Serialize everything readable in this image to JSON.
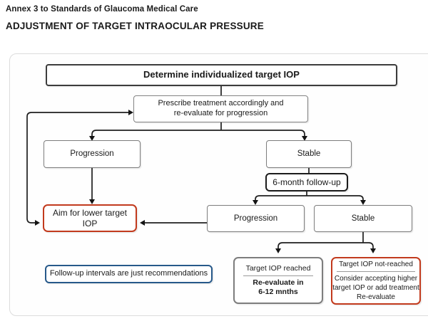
{
  "header": {
    "annex": "Annex 3 to Standards of Glaucoma Medical Care",
    "title": "ADJUSTMENT OF TARGET INTRAOCULAR PRESSURE"
  },
  "flowchart": {
    "nodes": {
      "determine": {
        "label": "Determine individualized target IOP"
      },
      "prescribe": {
        "lines": [
          "Prescribe treatment accordingly and",
          "re-evaluate for progression"
        ]
      },
      "progression_1": {
        "label": "Progression"
      },
      "stable_1": {
        "label": "Stable"
      },
      "followup": {
        "label": "6-month follow-up"
      },
      "aim_lower": {
        "label": "Aim for lower target IOP"
      },
      "progression_2": {
        "label": "Progression"
      },
      "stable_2": {
        "label": "Stable"
      },
      "target_reached": {
        "line1": "Target IOP reached",
        "line2": "Re-evaluate in",
        "line3": "6-12 mnths"
      },
      "target_not_reached": {
        "line1": "Target IOP not-reached",
        "line2": "Consider accepting higher",
        "line3": "target IOP or add treatment",
        "line4": "Re-evaluate"
      },
      "note": {
        "label": "Follow-up intervals are just recommendations"
      }
    },
    "edges": [
      {
        "from": "determine",
        "to": "prescribe"
      },
      {
        "from": "prescribe",
        "to": "progression_1"
      },
      {
        "from": "prescribe",
        "to": "stable_1"
      },
      {
        "from": "stable_1",
        "to": "followup"
      },
      {
        "from": "followup",
        "to": "progression_2"
      },
      {
        "from": "followup",
        "to": "stable_2"
      },
      {
        "from": "progression_1",
        "to": "aim_lower"
      },
      {
        "from": "progression_2",
        "to": "aim_lower"
      },
      {
        "from": "aim_lower",
        "to": "prescribe"
      },
      {
        "from": "stable_2",
        "to": "target_reached"
      },
      {
        "from": "stable_2",
        "to": "target_not_reached"
      }
    ],
    "colors": {
      "alert_border": "#c23a1d",
      "note_border": "#27598a",
      "box_border": "#7d7d7d",
      "dark_border": "#3c3c3c",
      "connector": "#1f1f1f",
      "container_border": "#dcdcdc"
    }
  }
}
